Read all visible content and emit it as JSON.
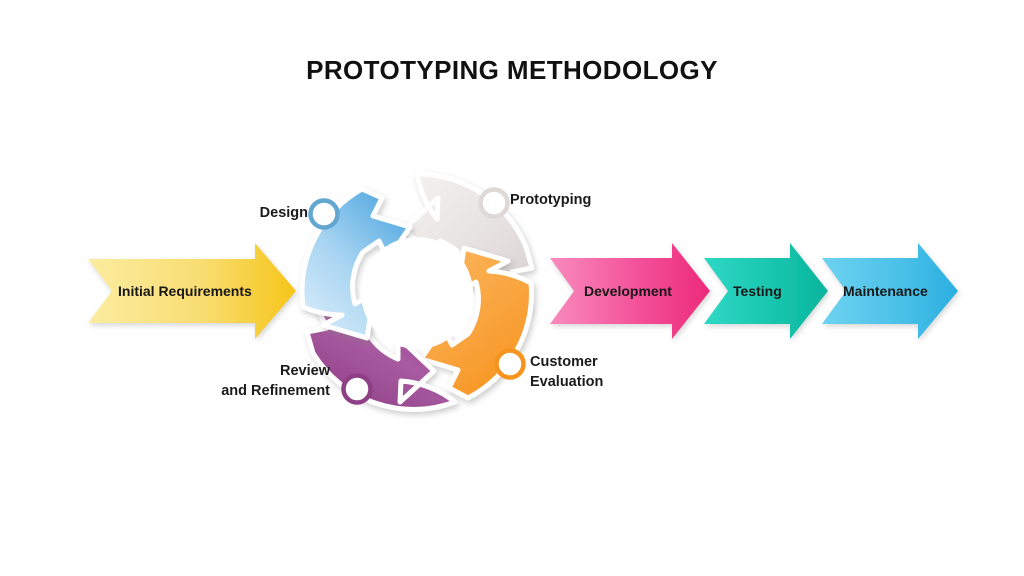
{
  "slide": {
    "background": "#ffffff",
    "title": "PROTOTYPING METHODOLOGY"
  },
  "colors": {
    "yellow_light": "#fbeca0",
    "yellow_dark": "#f5c518",
    "pink_light": "#f98bbd",
    "pink_dark": "#ec2a7a",
    "teal_light": "#2fd8c5",
    "teal_dark": "#09b49c",
    "skyblue_light": "#6ed2f0",
    "skyblue_dark": "#2aaee0",
    "cycle_blue_light": "#bcdff6",
    "cycle_blue_dark": "#4da6e0",
    "cycle_grey_light": "#f2efee",
    "cycle_grey_dark": "#d9d3d2",
    "cycle_orange_light": "#fbb45a",
    "cycle_orange_dark": "#f7941e",
    "cycle_purple_light": "#b061a8",
    "cycle_purple_dark": "#8e3f86",
    "text_dark": "#171717"
  },
  "stages": {
    "linear": [
      {
        "id": "initial-requirements",
        "label": "Initial Requirements",
        "color_start": "#fbeca0",
        "color_end": "#f5c518"
      },
      {
        "id": "development",
        "label": "Development",
        "color_start": "#f98bbd",
        "color_end": "#ec2a7a"
      },
      {
        "id": "testing",
        "label": "Testing",
        "color_start": "#2fd8c5",
        "color_end": "#09b49c"
      },
      {
        "id": "maintenance",
        "label": "Maintenance",
        "color_start": "#6ed2f0",
        "color_end": "#2aaee0"
      }
    ],
    "cycle": [
      {
        "id": "design",
        "label": "Design",
        "marker_color": "#4da6e0"
      },
      {
        "id": "prototyping",
        "label": "Prototyping",
        "marker_color": "#ddd7d6"
      },
      {
        "id": "customer-evaluation",
        "label": "Customer\nEvaluation",
        "marker_color": "#f7941e"
      },
      {
        "id": "review-and-refinement",
        "label": "Review\nand Refinement",
        "marker_color": "#8e3f86"
      }
    ]
  }
}
